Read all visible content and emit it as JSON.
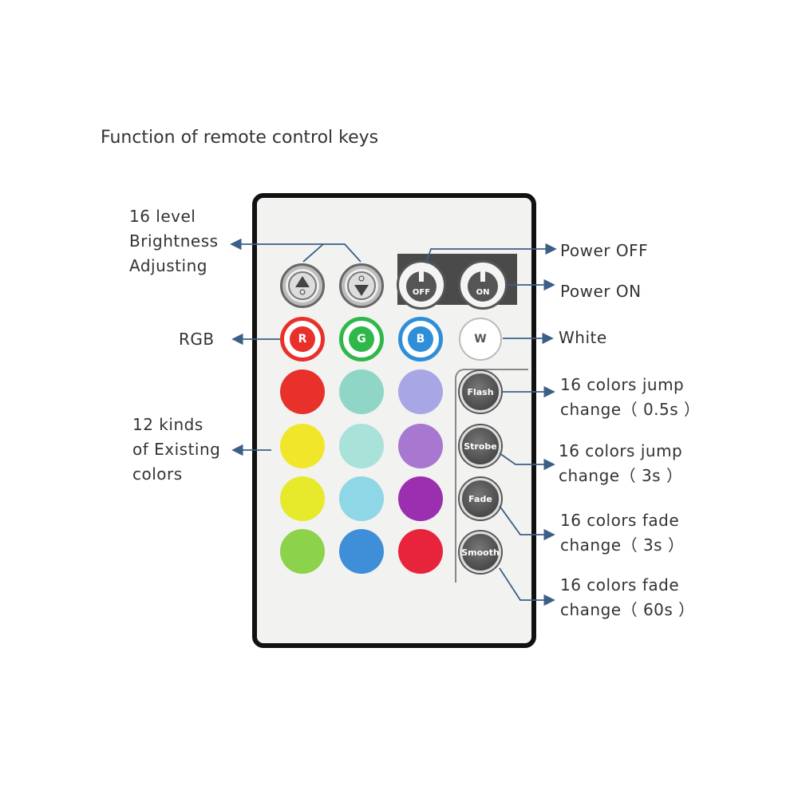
{
  "title": "Function of remote control keys",
  "labels": {
    "brightness": [
      "16 level",
      "Brightness",
      "Adjusting"
    ],
    "power_off": "Power OFF",
    "power_on": "Power ON",
    "rgb": "RGB",
    "white": "White",
    "existing_colors": [
      "12 kinds",
      "of Existing",
      "colors"
    ],
    "flash_desc": [
      "16 colors jump",
      "change（ 0.5s ）"
    ],
    "strobe_desc": [
      "16 colors jump",
      "change（ 3s ）"
    ],
    "fade_desc": [
      "16 colors fade",
      "change（ 3s ）"
    ],
    "smooth_desc": [
      "16 colors fade",
      "change（ 60s ）"
    ]
  },
  "buttons": {
    "off": "OFF",
    "on": "ON",
    "r": "R",
    "g": "G",
    "b": "B",
    "w": "W",
    "flash": "Flash",
    "strobe": "Strobe",
    "fade": "Fade",
    "smooth": "Smooth"
  },
  "colors": {
    "row1": [
      "#e8312a",
      "#8fd6c6",
      "#a9a6e6"
    ],
    "row2": [
      "#f2e62a",
      "#a8e2d8",
      "#a877d0"
    ],
    "row3": [
      "#e6ea2a",
      "#8fd6e6",
      "#9b2fb0"
    ],
    "row4": [
      "#8cd24a",
      "#3f8fd8",
      "#e8243c"
    ],
    "arrow": "#3b5f86"
  }
}
